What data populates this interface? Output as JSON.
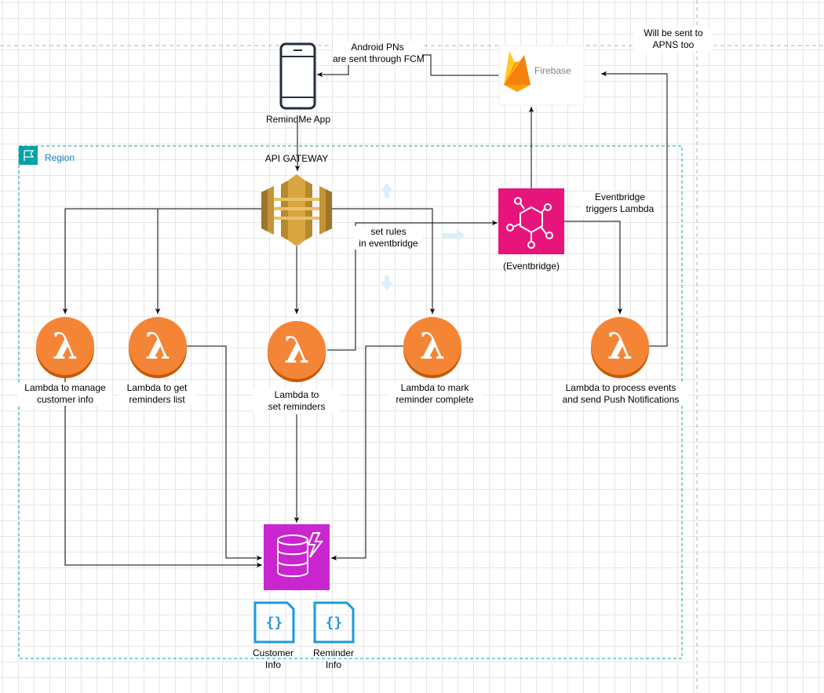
{
  "region": {
    "label": "Region"
  },
  "labels": {
    "android_pns": "Android PNs",
    "android_pns_2": "are sent through FCM",
    "apns_1": "Will be sent to",
    "apns_2": "APNS too",
    "app": "RemindMe App",
    "firebase": "Firebase",
    "api_gateway": "API GATEWAY",
    "set_rules_1": "set rules",
    "set_rules_2": "in eventbridge",
    "eventbridge": "(Eventbridge)",
    "eb_triggers_1": "Eventbridge",
    "eb_triggers_2": "triggers Lambda",
    "lambda_customer_1": "Lambda to manage",
    "lambda_customer_2": "customer info",
    "lambda_get_1": "Lambda to get",
    "lambda_get_2": "reminders list",
    "lambda_set_1": "Lambda to",
    "lambda_set_2": "set reminders",
    "lambda_mark_1": "Lambda to mark",
    "lambda_mark_2": "reminder complete",
    "lambda_push_1": "Lambda to process events",
    "lambda_push_2": "and send Push Notifications",
    "customer_info_1": "Customer",
    "customer_info_2": "Info",
    "reminder_info_1": "Reminder",
    "reminder_info_2": "Info"
  },
  "colors": {
    "lambda": "#ED7100",
    "lambda_light": "#F58536",
    "eventbridge": "#E7157B",
    "dynamodb": "#C925D1",
    "api_gateway": "#D9A741",
    "region": "#00A4A6",
    "json_doc": "#1A9BE0",
    "firebase_flame": "#FFA000"
  }
}
